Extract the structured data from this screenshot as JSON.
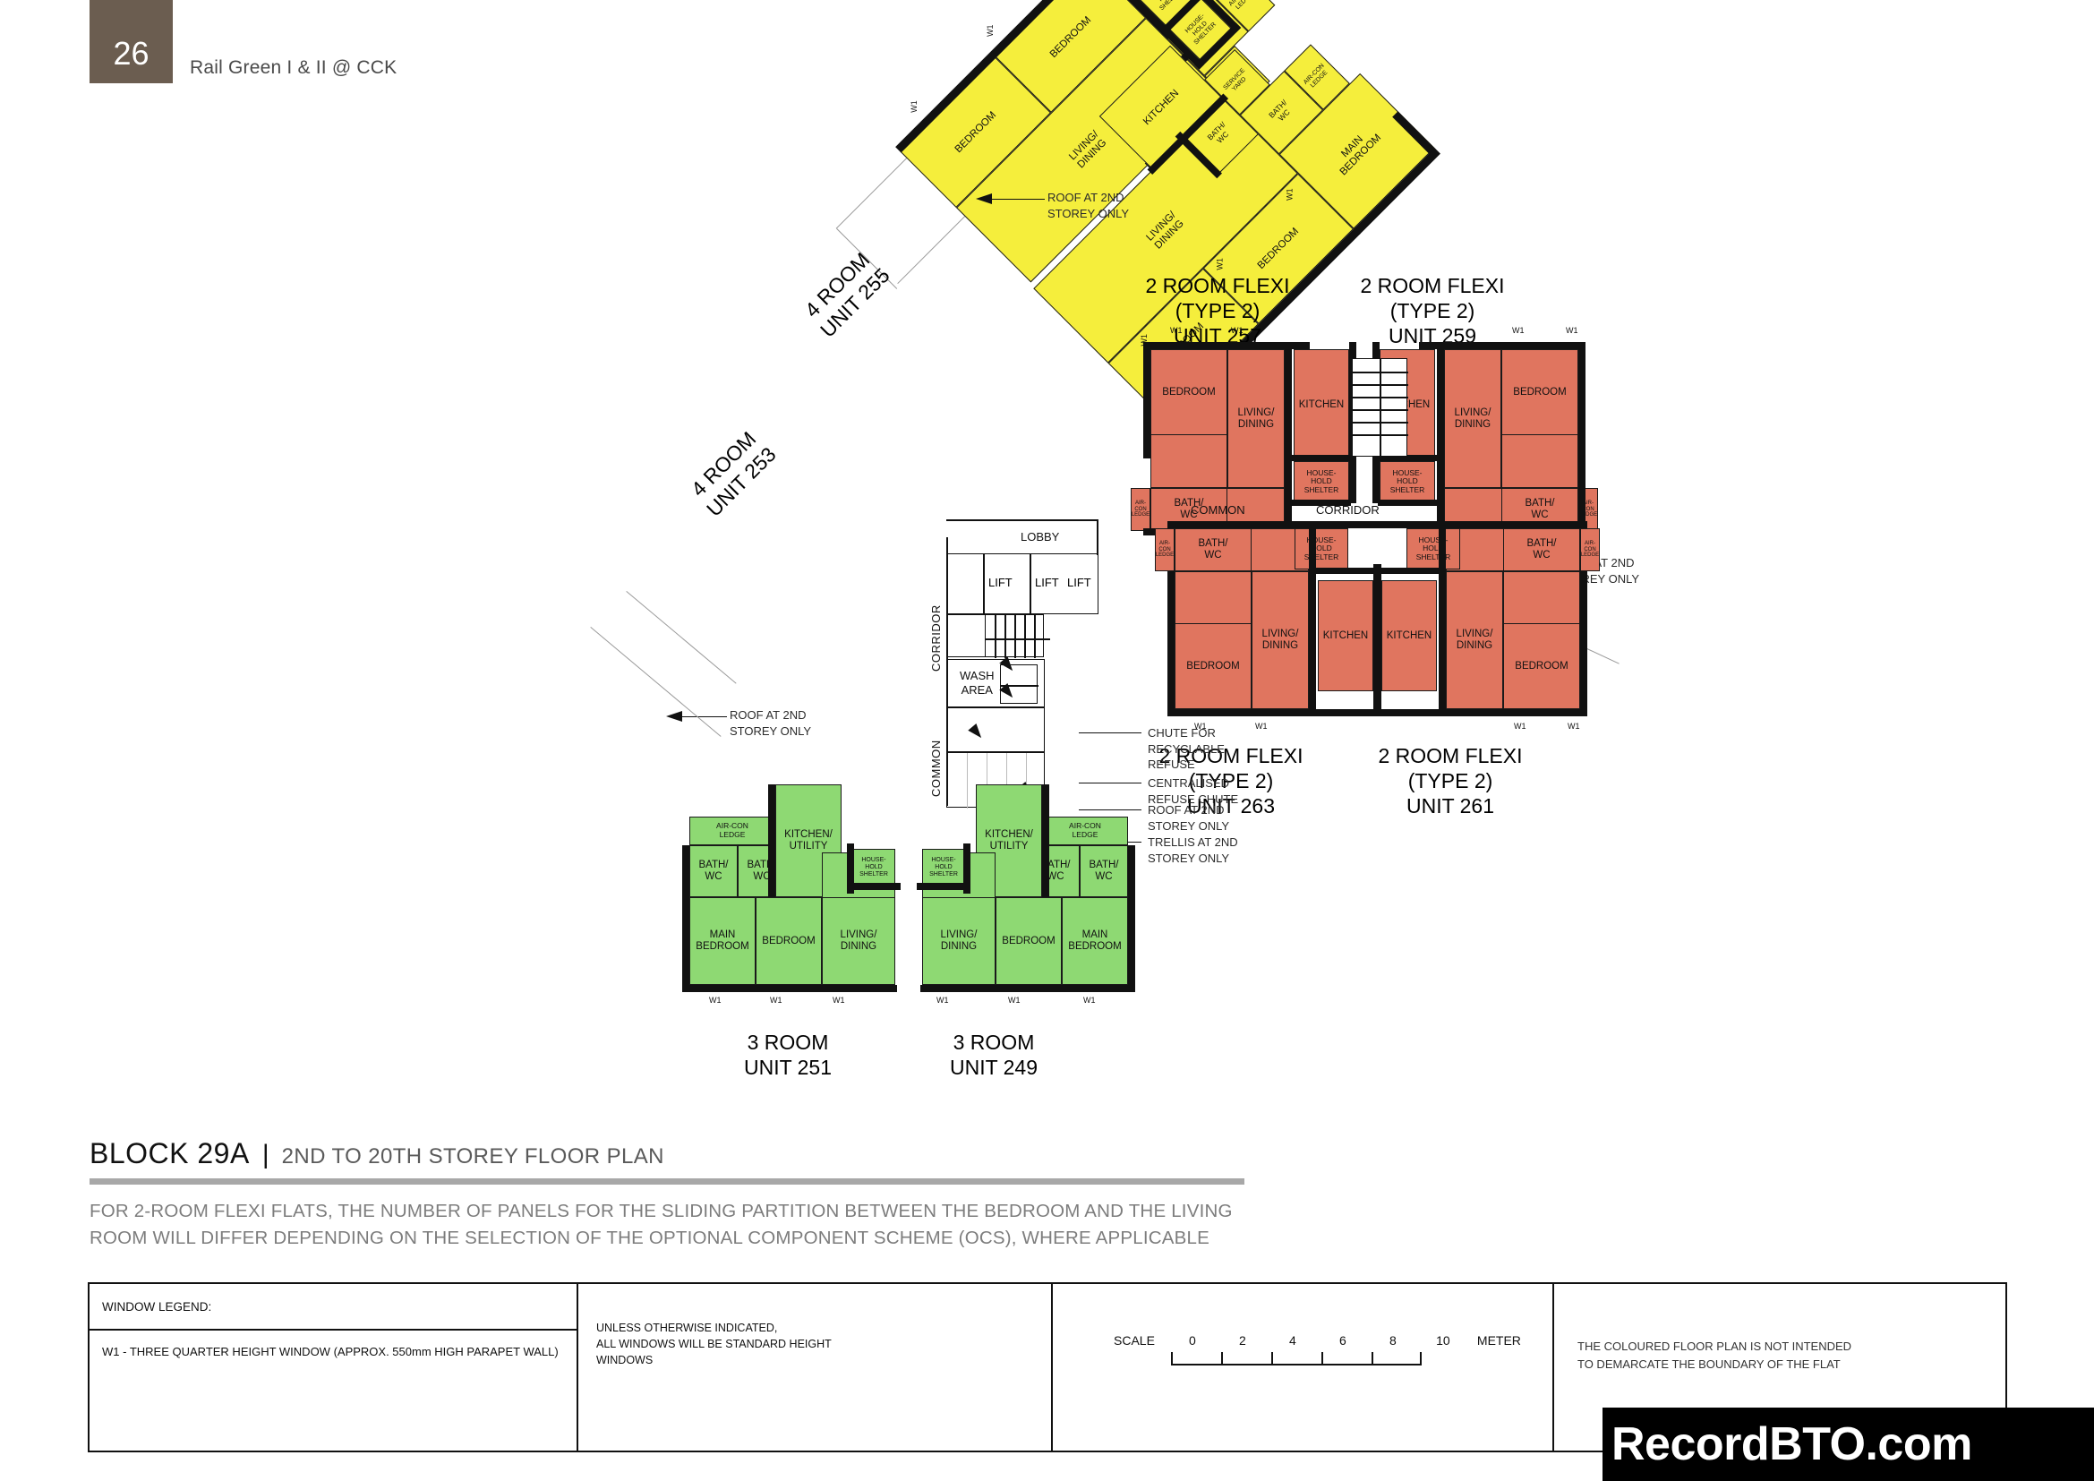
{
  "header": {
    "page_number": "26",
    "project_title": "Rail Green I & II @ CCK"
  },
  "title_block": {
    "block_name": "BLOCK 29A",
    "separator": "|",
    "plan_subtitle": "2ND TO 20TH STOREY FLOOR PLAN",
    "disclaimer": "FOR 2-ROOM FLEXI FLATS, THE NUMBER OF PANELS FOR THE SLIDING PARTITION BETWEEN THE BEDROOM AND THE LIVING\nROOM WILL DIFFER DEPENDING ON THE SELECTION OF THE OPTIONAL COMPONENT SCHEME (OCS), WHERE APPLICABLE"
  },
  "legend": {
    "window_legend_header": "WINDOW LEGEND:",
    "window_legend_item": "W1 - THREE QUARTER HEIGHT WINDOW (APPROX. 550mm HIGH PARAPET WALL)",
    "window_note": "UNLESS OTHERWISE INDICATED,\nALL WINDOWS WILL BE STANDARD HEIGHT\nWINDOWS",
    "scale_word": "SCALE",
    "scale_ticks": [
      "0",
      "2",
      "4",
      "6",
      "8",
      "10"
    ],
    "scale_unit": "METER",
    "colour_note": "THE COLOURED FLOOR PLAN IS NOT INTENDED\nTO DEMARCATE THE BOUNDARY OF THE FLAT"
  },
  "watermark": {
    "text": "RecordBTO.com"
  },
  "colors": {
    "four_room": "#f5ee3c",
    "three_room": "#8ed973",
    "two_room_flexi": "#e0755f",
    "tab_brown": "#6b5d50",
    "rule_grey": "#a8a8a8"
  },
  "units": [
    {
      "id": "unit-255",
      "type": "4 ROOM",
      "label": "4 ROOM\nUNIT 255",
      "colour": "four_room"
    },
    {
      "id": "unit-253",
      "type": "4 ROOM",
      "label": "4 ROOM\nUNIT 253",
      "colour": "four_room"
    },
    {
      "id": "unit-257",
      "type": "2 ROOM FLEXI",
      "label": "2 ROOM FLEXI\n(TYPE 2)\nUNIT 257",
      "colour": "two_room_flexi"
    },
    {
      "id": "unit-259",
      "type": "2 ROOM FLEXI",
      "label": "2 ROOM FLEXI\n(TYPE 2)\nUNIT 259",
      "colour": "two_room_flexi"
    },
    {
      "id": "unit-263",
      "type": "2 ROOM FLEXI",
      "label": "2 ROOM FLEXI\n(TYPE 2)\nUNIT 263",
      "colour": "two_room_flexi"
    },
    {
      "id": "unit-261",
      "type": "2 ROOM FLEXI",
      "label": "2 ROOM FLEXI\n(TYPE 2)\nUNIT 261",
      "colour": "two_room_flexi"
    },
    {
      "id": "unit-251",
      "type": "3 ROOM",
      "label": "3 ROOM\nUNIT 251",
      "colour": "three_room"
    },
    {
      "id": "unit-249",
      "type": "3 ROOM",
      "label": "3 ROOM\nUNIT 249",
      "colour": "three_room"
    }
  ],
  "rooms": {
    "main_bedroom": "MAIN\nBEDROOM",
    "bedroom": "BEDROOM",
    "living_dining": "LIVING/\nDINING",
    "kitchen": "KITCHEN",
    "kitchen_utility": "KITCHEN/\nUTILITY",
    "bath_wc": "BATH/\nWC",
    "aircon_ledge": "AIR-CON\nLEDGE",
    "service_yard": "SERVICE\nYARD",
    "household_shelter": "HOUSE-\nHOLD\nSHELTER"
  },
  "core": {
    "lobby": "LOBBY",
    "lift": "LIFT",
    "wash_area": "WASH\nAREA",
    "corridor": "CORRIDOR",
    "common": "COMMON",
    "common_lower": "COMMON",
    "corridor_label": "CORRIDOR",
    "common_label": "COMMON"
  },
  "annotations": {
    "roof_2nd_top": "ROOF AT 2ND\nSTOREY ONLY",
    "roof_2nd_left": "ROOF AT 2ND\nSTOREY ONLY",
    "roof_2nd_right": "ROOF AT 2ND\nSTOREY ONLY",
    "chute_recyclable": "CHUTE FOR\nRECYCLABLE\nREFUSE",
    "centralised_chute": "CENTRALISED\nREFUSE CHUTE",
    "roof_2nd_core": "ROOF AT 2ND\nSTOREY ONLY",
    "trellis_2nd": "TRELLIS AT 2ND\nSTOREY ONLY"
  },
  "window_tag": "W1"
}
